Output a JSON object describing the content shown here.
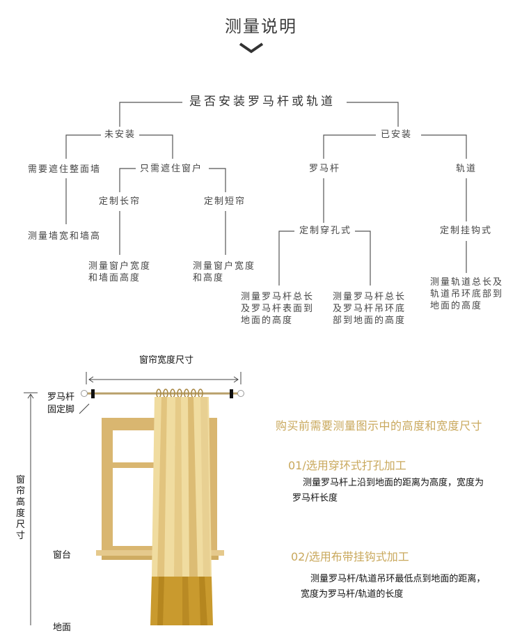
{
  "header": {
    "title": "测量说明"
  },
  "tree": {
    "root": "是否安装罗马杆或轨道",
    "not_installed": "未安装",
    "installed": "已安装",
    "cover_whole_wall": "需要遮住整面墙",
    "cover_window_only": "只需遮住窗户",
    "measure_wall": "测量墙宽和墙高",
    "custom_long": "定制长帘",
    "custom_short": "定制短帘",
    "measure_long_1": "测量窗户宽度",
    "measure_long_2": "和墙面高度",
    "measure_short_1": "测量窗户宽度",
    "measure_short_2": "和高度",
    "roman_rod": "罗马杆",
    "track": "轨道",
    "custom_grommet": "定制穿孔式",
    "custom_hook": "定制挂钩式",
    "grommet_a_1": "测量罗马杆总长",
    "grommet_a_2": "及罗马杆表面到",
    "grommet_a_3": "地面的高度",
    "grommet_b_1": "测量罗马杆总长",
    "grommet_b_2": "及罗马杆吊环底",
    "grommet_b_3": "部到地面的高度",
    "hook_1": "测量轨道总长及",
    "hook_2": "轨道吊环底部到",
    "hook_3": "地面的高度"
  },
  "illustration": {
    "width_label": "窗帘宽度尺寸",
    "rod_bracket_1": "罗马杆",
    "rod_bracket_2": "固定脚",
    "height_label": "窗帘高度尺寸",
    "sill_label": "窗台",
    "floor_label": "地面"
  },
  "info": {
    "headline": "购买前需要测量图示中的高度和宽度尺寸",
    "option1_title": "01/选用穿环式打孔加工",
    "option1_line1": "测量罗马杆上沿到地面的距离为高度，宽度为",
    "option1_line2": "罗马杆长度",
    "option2_title": "02/选用布带挂钩式加工",
    "option2_line1": "测量罗马杆/轨道吊环最低点到地面的距离，",
    "option2_line2": "宽度为罗马杆/轨道的长度"
  },
  "colors": {
    "accent_gold": "#c9a85c",
    "window_frame": "#d9b670",
    "curtain_light": "#f0dca0",
    "curtain_dark": "#c99a2e"
  }
}
